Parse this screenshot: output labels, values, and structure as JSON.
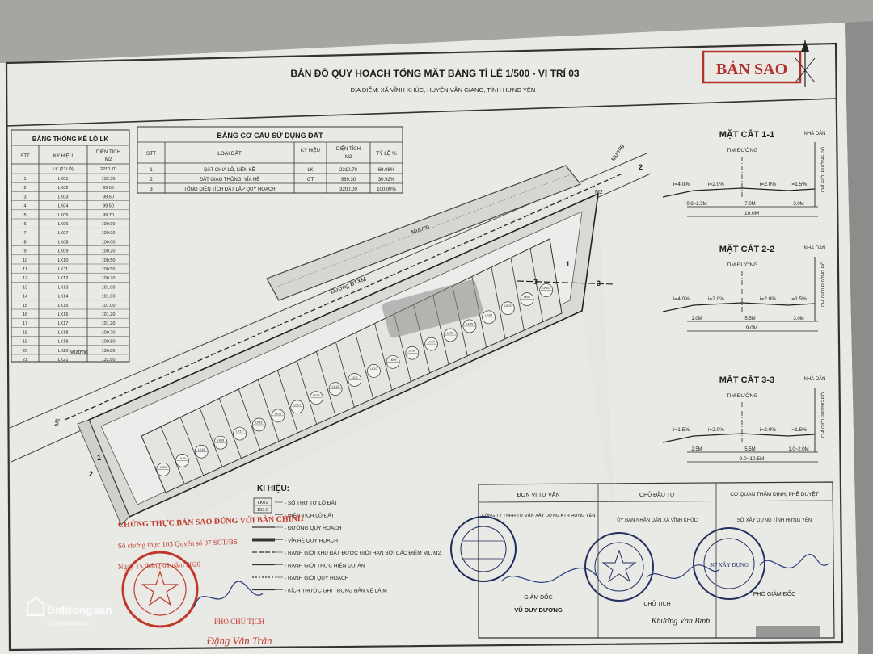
{
  "header": {
    "title": "BẢN ĐỒ QUY HOẠCH TỔNG MẶT BẰNG TỈ LỆ 1/500 - VỊ TRÍ 03",
    "location": "ĐỊA ĐIỂM: XÃ VĨNH KHÚC, HUYỆN VĂN GIANG, TỈNH HƯNG YÊN",
    "copy_stamp": "BẢN SAO"
  },
  "lot_table": {
    "title": "BẢNG THỐNG KÊ LÔ LK",
    "headers": [
      "STT",
      "KÝ HIỆU",
      "DIỆN TÍCH",
      "M2"
    ],
    "total_row": [
      "",
      "LK (21LÔ)",
      "2210.70"
    ],
    "rows": [
      [
        "1",
        "LK01",
        "132.30"
      ],
      [
        "2",
        "LK02",
        "99.50"
      ],
      [
        "3",
        "LK03",
        "99.50"
      ],
      [
        "4",
        "LK04",
        "99.50"
      ],
      [
        "5",
        "LK05",
        "99.70"
      ],
      [
        "6",
        "LK06",
        "100.00"
      ],
      [
        "7",
        "LK07",
        "100.00"
      ],
      [
        "8",
        "LK08",
        "100.00"
      ],
      [
        "9",
        "LK09",
        "100.20"
      ],
      [
        "10",
        "LK10",
        "100.50"
      ],
      [
        "11",
        "LK11",
        "100.50"
      ],
      [
        "12",
        "LK12",
        "100.70"
      ],
      [
        "13",
        "LK13",
        "101.00"
      ],
      [
        "14",
        "LK14",
        "101.00"
      ],
      [
        "15",
        "LK15",
        "101.00"
      ],
      [
        "16",
        "LK16",
        "101.20"
      ],
      [
        "17",
        "LK17",
        "101.20"
      ],
      [
        "18",
        "LK18",
        "100.70"
      ],
      [
        "19",
        "LK19",
        "100.50"
      ],
      [
        "20",
        "LK20",
        "136.80"
      ],
      [
        "21",
        "LK21",
        "132.80"
      ]
    ]
  },
  "land_use_table": {
    "title": "BẢNG CƠ CẤU SỬ DỤNG ĐẤT",
    "headers": [
      "STT",
      "LOẠI ĐẤT",
      "KÝ HIỆU",
      "DIỆN TÍCH",
      "M2",
      "TỶ LỆ %"
    ],
    "rows": [
      [
        "1",
        "ĐẤT CHIA LÔ, LIỀN KỀ",
        "LK",
        "2210.70",
        "69.08%"
      ],
      [
        "2",
        "ĐẤT GIAO THÔNG, VỈA HÈ",
        "GT",
        "989.30",
        "30.92%"
      ],
      [
        "3",
        "TỔNG DIỆN TÍCH ĐẤT LẬP QUY HOẠCH",
        "",
        "3200.00",
        "100.00%"
      ]
    ]
  },
  "map": {
    "labels": [
      "Mương",
      "Mương",
      "Mương",
      "Đường BTXM",
      "M1",
      "M2",
      "1",
      "1",
      "2",
      "2",
      "3",
      "3"
    ],
    "lots": [
      "LK01",
      "LK02",
      "LK03",
      "LK04",
      "LK05",
      "LK06",
      "LK07",
      "LK08",
      "LK09",
      "LK10",
      "LK11",
      "LK12",
      "LK13",
      "LK14",
      "LK15",
      "LK16",
      "LK17",
      "LK18",
      "LK19",
      "LK20",
      "LK21"
    ]
  },
  "sections": [
    {
      "title": "MẶT CẮT 1-1",
      "center": "TIM ĐƯỜNG",
      "house": "NHÀ DÂN",
      "boundary": "CHỈ GIỚI ĐƯỜNG ĐỎ",
      "slopes": [
        "i=4.0%",
        "i=2.0%",
        "i=2.0%",
        "i=1.5%"
      ],
      "dims": [
        "0.8~2.5M",
        "7.0M",
        "3.0M"
      ],
      "total": "10.0M"
    },
    {
      "title": "MẶT CẮT 2-2",
      "center": "TIM ĐƯỜNG",
      "house": "NHÀ DÂN",
      "boundary": "CHỈ GIỚI ĐƯỜNG ĐỎ",
      "slopes": [
        "i=4.0%",
        "i=2.0%",
        "i=2.0%",
        "i=1.5%"
      ],
      "dims": [
        "1.0M",
        "5.5M",
        "3.0M"
      ],
      "total": "9.0M"
    },
    {
      "title": "MẶT CẮT 3-3",
      "center": "TIM ĐƯỜNG",
      "house": "NHÀ DÂN",
      "boundary": "CHỈ GIỚI ĐƯỜNG ĐỎ",
      "slopes": [
        "i=1.5%",
        "i=2.0%",
        "i=2.0%",
        "i=1.5%"
      ],
      "dims": [
        "2.5M",
        "5.5M",
        "1.0~2.0M"
      ],
      "total": "9.0~10.5M"
    }
  ],
  "legend": {
    "title": "KÍ HIỆU:",
    "sample_code": "LK01",
    "sample_area": "103.0",
    "items": [
      "SỐ THỨ TỰ LÔ ĐẤT",
      "DIỆN TÍCH LÔ ĐẤT",
      "ĐƯỜNG QUY HOẠCH",
      "VỈA HÈ QUY HOẠCH",
      "RANH GIỚI KHU ĐẤT ĐƯỢC GIỚI HẠN BỞI CÁC ĐIỂM M1, M2,",
      "RANH GIỚI THỰC HIỆN DỰ ÁN",
      "RANH GIỚI QUY HOẠCH",
      "KÍCH THƯỚC GHI TRONG BẢN VẼ LÀ M"
    ]
  },
  "signatures": {
    "consultant": {
      "label": "ĐƠN VỊ TƯ VẤN",
      "org": "CÔNG TY TNHH TƯ VẤN XÂY DỰNG KTH HƯNG YÊN",
      "role": "GIÁM ĐỐC",
      "name": "VŨ DUY DƯƠNG"
    },
    "investor": {
      "label": "CHỦ ĐẦU TƯ",
      "org": "ỦY BAN NHÂN DÂN XÃ VĨNH KHÚC",
      "role": "CHỦ TỊCH",
      "name": "Khương Văn Bình"
    },
    "approver": {
      "label": "CƠ QUAN THẨM ĐỊNH, PHÊ DUYỆT",
      "org": "SỞ XÂY DỰNG TỈNH HƯNG YÊN",
      "role": "PHÓ GIÁM ĐỐC",
      "stamp": "SỞ XÂY DỰNG"
    }
  },
  "certification": {
    "heading": "CHỨNG THỰC BẢN SAO ĐÚNG VỚI BẢN CHÍNH",
    "line1": "Số chứng thực 103 Quyển số 07 SCT/BS",
    "line2": "Ngày 15 tháng 01 năm 2020",
    "role": "PHÓ CHỦ TỊCH",
    "name": "Đặng Văn Trân"
  },
  "watermark": {
    "brand": "Batdongsan",
    "sub": "By PropertyGuru"
  },
  "colors": {
    "paper": "#ececea",
    "ink": "#1c1c1c",
    "stamp_red": "#c0392b",
    "signature_blue": "#2c3e7a"
  }
}
